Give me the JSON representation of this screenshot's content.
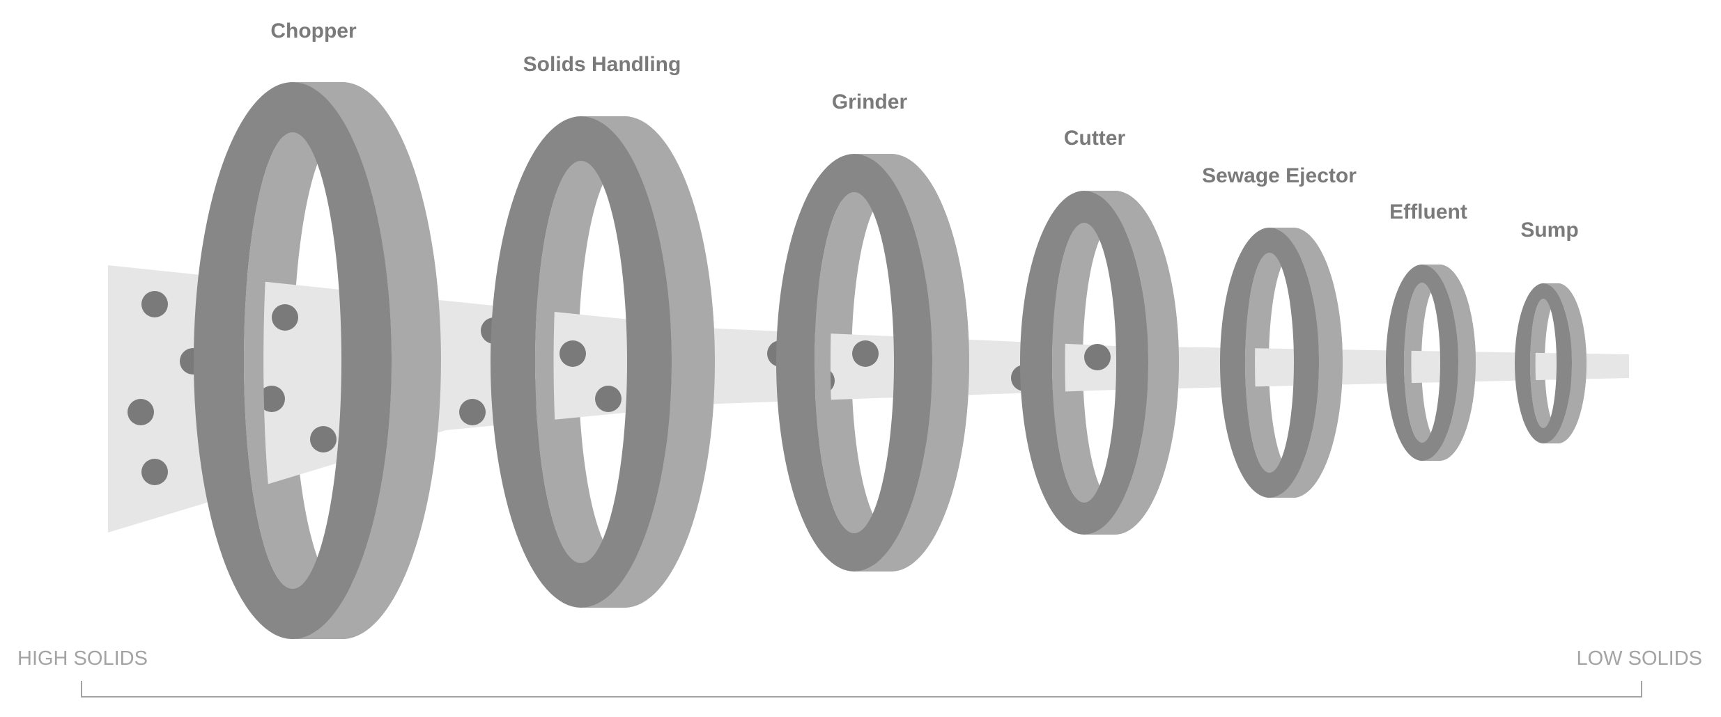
{
  "rings": [
    {
      "label": "Chopper"
    },
    {
      "label": "Solids Handling"
    },
    {
      "label": "Grinder"
    },
    {
      "label": "Cutter"
    },
    {
      "label": "Sewage Ejector"
    },
    {
      "label": "Effluent"
    },
    {
      "label": "Sump"
    }
  ],
  "scale": {
    "left_label": "HIGH SOLIDS",
    "right_label": "LOW SOLIDS"
  },
  "colors": {
    "ring_front": "#878787",
    "ring_back": "#a9a9a9",
    "stream": "#e6e6e6",
    "particle": "#7a7a7a",
    "label": "#7a7a7a",
    "scale": "#a3a3a3"
  }
}
